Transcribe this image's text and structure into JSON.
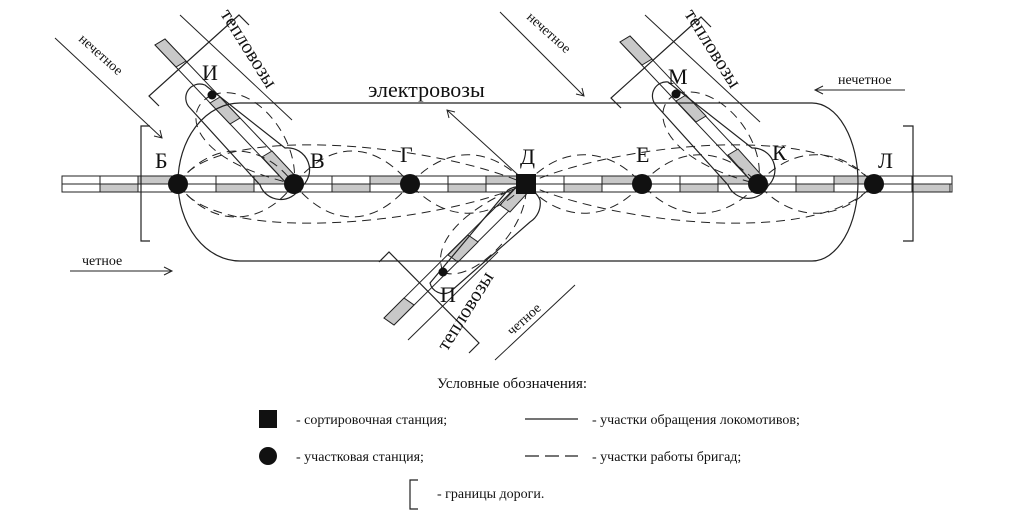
{
  "diagram": {
    "stations": {
      "B": "Б",
      "V": "В",
      "G": "Г",
      "D": "Д",
      "E": "Е",
      "K": "К",
      "L": "Л",
      "I": "И",
      "M": "М",
      "P": "П"
    },
    "labels": {
      "electric": "электровозы",
      "diesel_top_left": "тепловозы",
      "diesel_top_right": "тепловозы",
      "diesel_bottom": "тепловозы"
    },
    "directions": {
      "odd_top_left": "нечетное",
      "odd_top_middle": "нечетное",
      "odd_right": "нечетное",
      "even_left": "четное",
      "even_bottom": "четное"
    },
    "legend": {
      "title": "Условные обозначения:",
      "sorting_station": "-  сортировочная станция;",
      "district_station": "-  участковая станция;",
      "loco_sections": "-  участки обращения локомотивов;",
      "crew_sections": "-  участки работы бригад;",
      "road_borders": "-  границы дороги."
    }
  }
}
